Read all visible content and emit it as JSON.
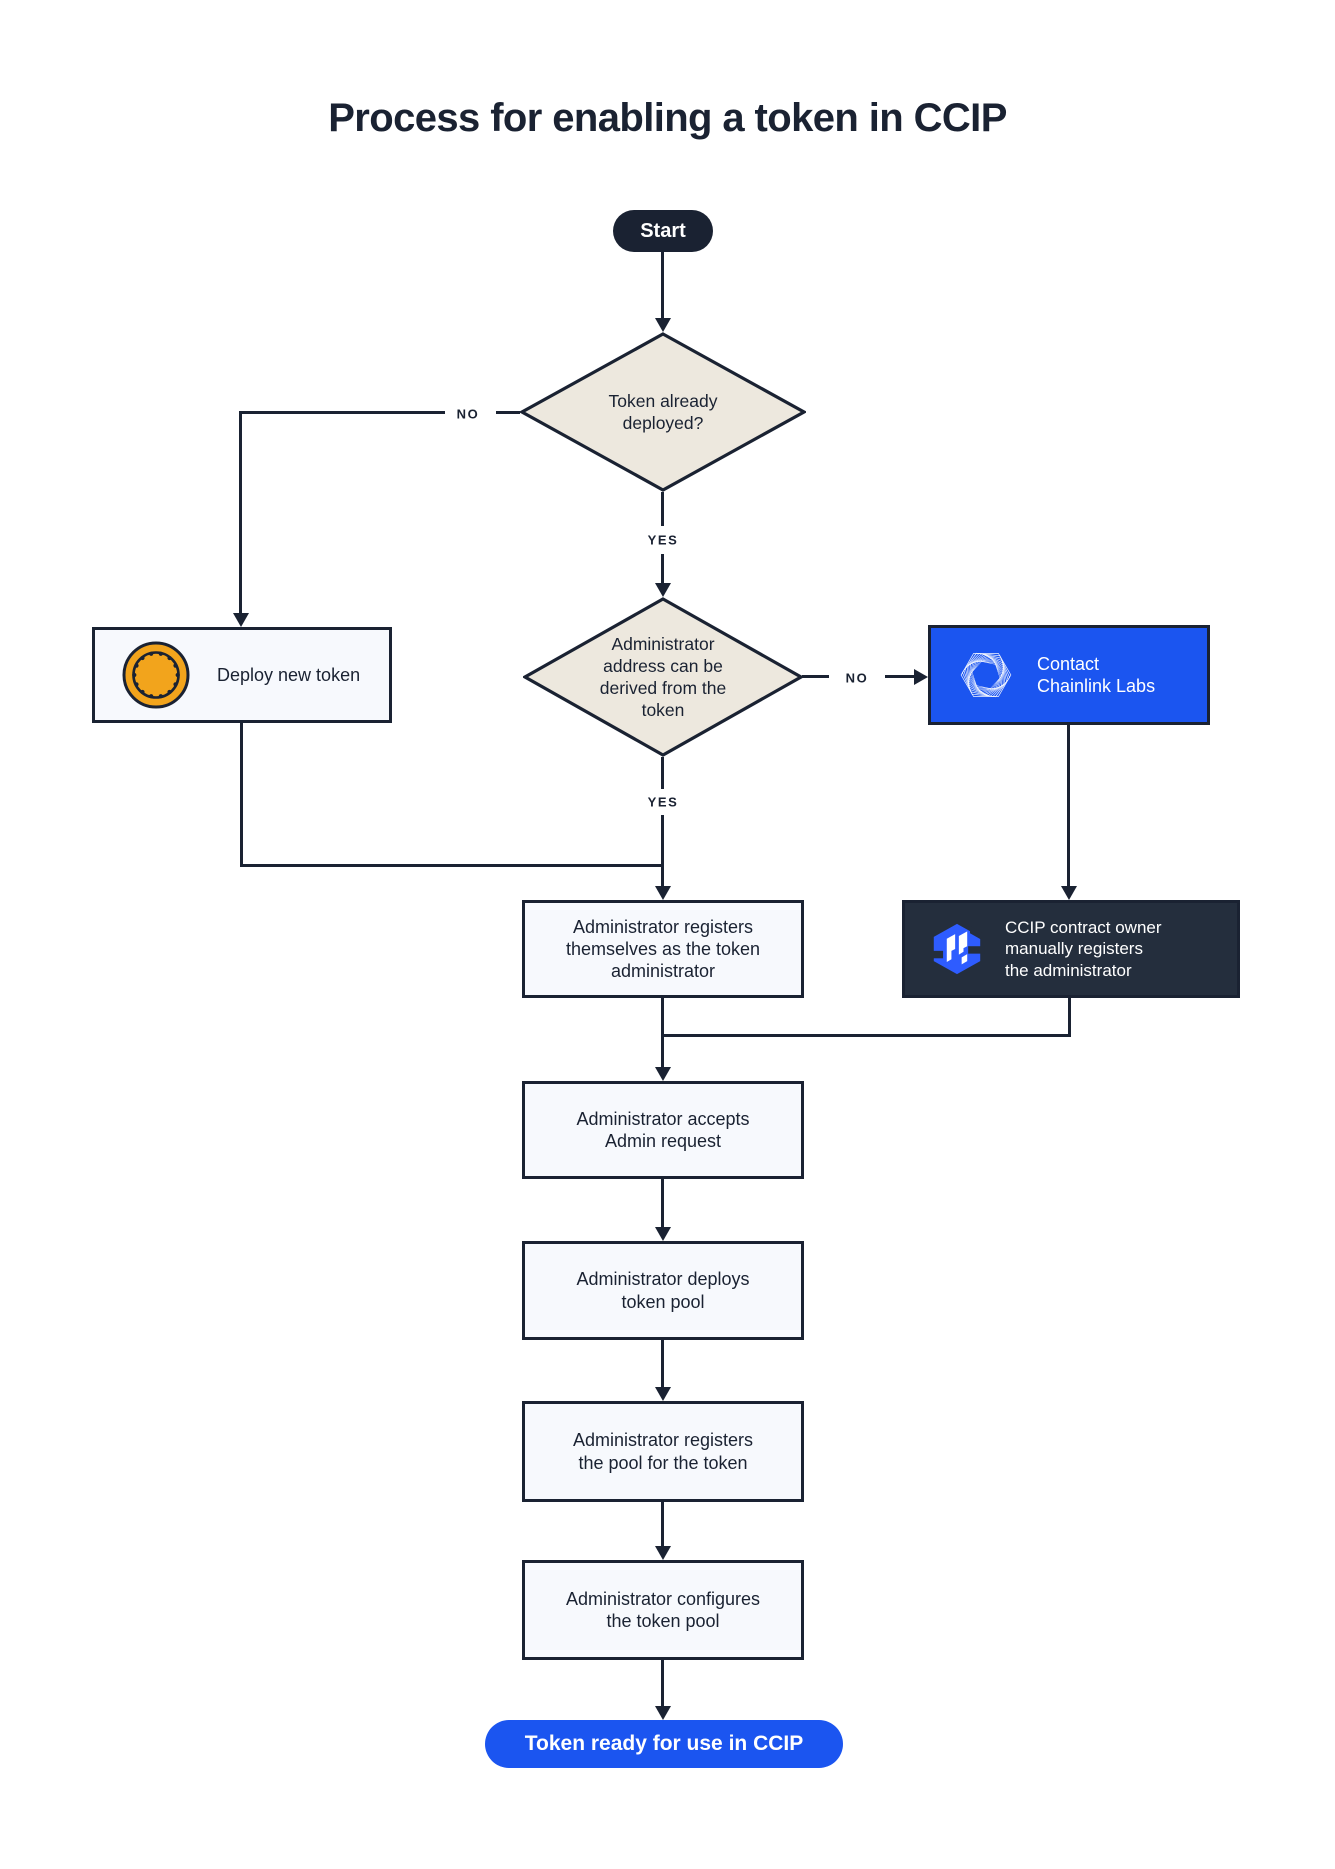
{
  "title": "Process for enabling a token in CCIP",
  "colors": {
    "bg": "#ffffff",
    "ink": "#1A2232",
    "diamond": "#EDE8DE",
    "process": "#F7F9FD",
    "blue": "#1B55F0",
    "logoblue": "#2E5CFF",
    "dark": "#242E3D",
    "gold": "#F2A41C"
  },
  "nodes": {
    "start": {
      "label": "Start"
    },
    "decision_token_deployed": {
      "label": "Token already\ndeployed?"
    },
    "deploy_new_token": {
      "label": "Deploy new token",
      "icon": "coin-icon"
    },
    "decision_admin_address": {
      "label": "Administrator\naddress can be\nderived from the\ntoken"
    },
    "contact_chainlink": {
      "label": "Contact\nChainlink Labs",
      "icon": "chainlink-labs-logo"
    },
    "register_self": {
      "label": "Administrator registers\nthemselves as the token\nadministrator"
    },
    "ccip_owner_registers": {
      "label": "CCIP contract owner\nmanually registers\nthe administrator",
      "icon": "ccip-logo"
    },
    "accept_request": {
      "label": "Administrator accepts\nAdmin request"
    },
    "deploy_pool": {
      "label": "Administrator deploys\ntoken pool"
    },
    "register_pool": {
      "label": "Administrator registers\nthe pool for the token"
    },
    "configure_pool": {
      "label": "Administrator configures\nthe token pool"
    },
    "end": {
      "label": "Token ready for use in CCIP"
    }
  },
  "edges": {
    "no1": "NO",
    "yes1": "YES",
    "no2": "NO",
    "yes2": "YES"
  }
}
